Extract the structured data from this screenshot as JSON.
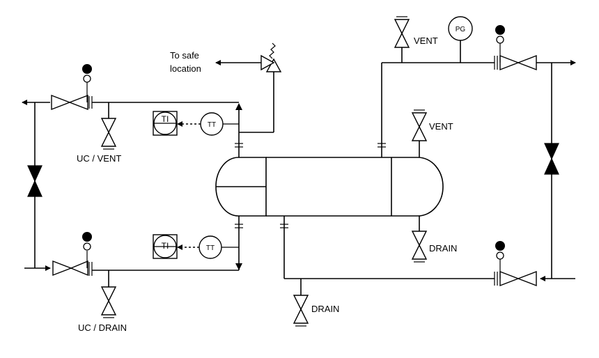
{
  "labels": {
    "to_safe_line1": "To safe",
    "to_safe_line2": "location",
    "vent_top": "VENT",
    "vent_shell": "VENT",
    "drain_shell": "DRAIN",
    "drain_bottom": "DRAIN",
    "uc_vent": "UC / VENT",
    "uc_drain": "UC / DRAIN",
    "ti_top": "TI",
    "tt_top": "TT",
    "ti_bottom": "TI",
    "tt_bottom": "TT",
    "pg": "PG"
  }
}
